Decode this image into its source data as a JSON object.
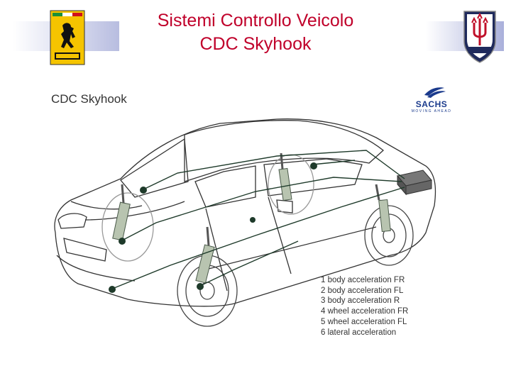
{
  "header": {
    "title_line1": "Sistemi Controllo Veicolo",
    "title_line2": "CDC Skyhook",
    "title_color": "#c0002a"
  },
  "logos": {
    "left": "ferrari-logo",
    "right": "maserati-logo",
    "sachs_wordmark": "SACHS",
    "sachs_tagline": "MOVING AHEAD"
  },
  "diagram": {
    "subtitle": "CDC Skyhook",
    "legend": [
      "1 body acceleration FR",
      "2 body acceleration FL",
      "3 body acceleration R",
      "4 wheel acceleration FR",
      "5 wheel acceleration FL",
      "6 lateral acceleration"
    ]
  }
}
